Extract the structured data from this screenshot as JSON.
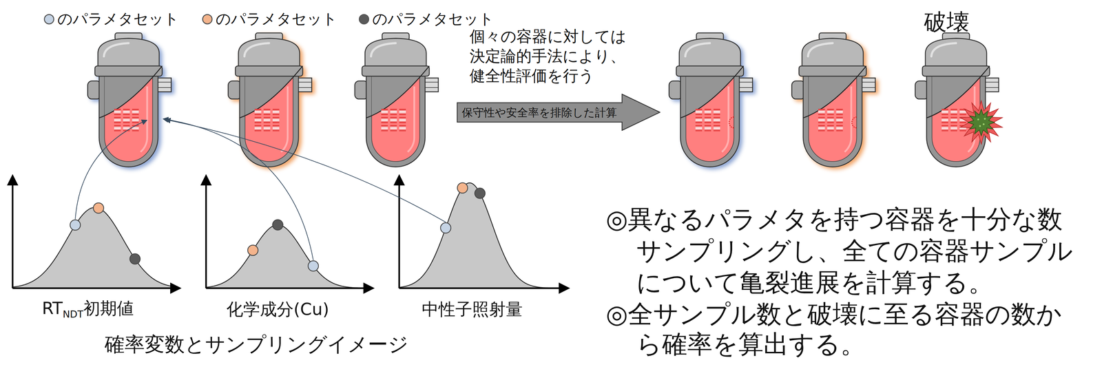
{
  "diagram": {
    "caption": "確率変数とサンプリングイメージ",
    "nodes": [
      {
        "text": [
          "保守性や安全率を排除した計算"
        ]
      }
    ],
    "labels": [
      "破壊",
      "個々の容器に対しては",
      "決定論的手法により、",
      "健全性評価を行う",
      "RT",
      "NDT",
      "初期値",
      "化学成分(Cu)",
      "中性子照射量",
      "◎異なるパラメタを持つ容器を十分な数",
      "サンプリングし、全ての容器サンプル",
      "について亀裂進展を計算する。",
      "◎全サンプル数と破壊に至る容器の数か",
      "ら確率を算出する。"
    ],
    "legend": [
      {
        "text": "のパラメタセット",
        "color": "#c5d3e4"
      },
      {
        "text": "のパラメタセット",
        "color": "#f4b48c"
      },
      {
        "text": "のパラメタセット",
        "color": "#5a5a5a"
      }
    ]
  }
}
